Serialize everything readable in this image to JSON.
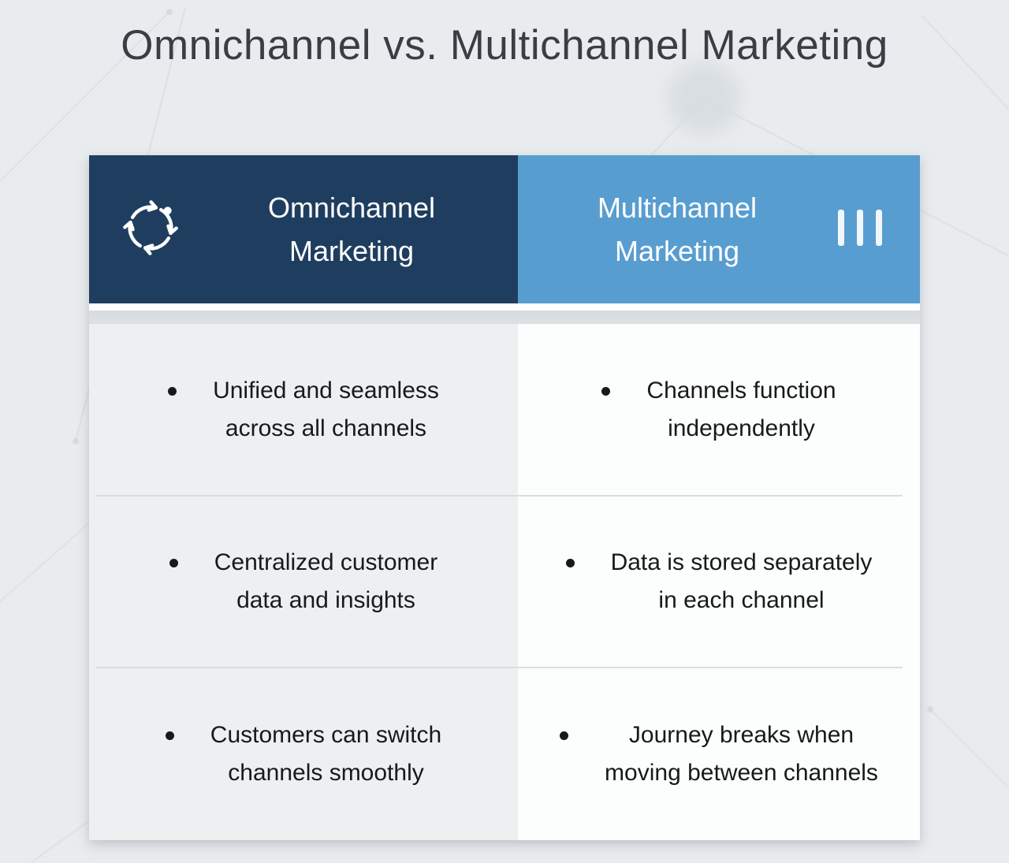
{
  "page": {
    "title": "Omnichannel vs. Multichannel Marketing"
  },
  "table": {
    "header": {
      "left": {
        "icon": "cycle-arrows-icon",
        "line1": "Omnichannel",
        "line2": "Marketing"
      },
      "right": {
        "icon": "three-bars-icon",
        "line1": "Multichannel",
        "line2": "Marketing"
      }
    },
    "rows": [
      {
        "left": {
          "line1": "Unified and seamless",
          "line2": "across all channels"
        },
        "right": {
          "line1": "Channels function",
          "line2": "independently"
        }
      },
      {
        "left": {
          "line1": "Centralized customer",
          "line2": "data and insights"
        },
        "right": {
          "line1": "Data is stored separately",
          "line2": "in each channel"
        }
      },
      {
        "left": {
          "line1": "Customers can switch",
          "line2": "channels smoothly"
        },
        "right": {
          "line1": "Journey breaks when",
          "line2": "moving between channels"
        }
      }
    ]
  },
  "colors": {
    "omnichannel_header_bg": "#1f3e5f",
    "multichannel_header_bg": "#589dd0",
    "header_text": "#ffffff",
    "title_text": "#3a3e44",
    "body_text": "#17191c",
    "left_column_bg": "#edeff1",
    "right_column_bg": "#fcfdfd",
    "page_bg": "#e9ecee",
    "divider": "#d9dce0"
  }
}
